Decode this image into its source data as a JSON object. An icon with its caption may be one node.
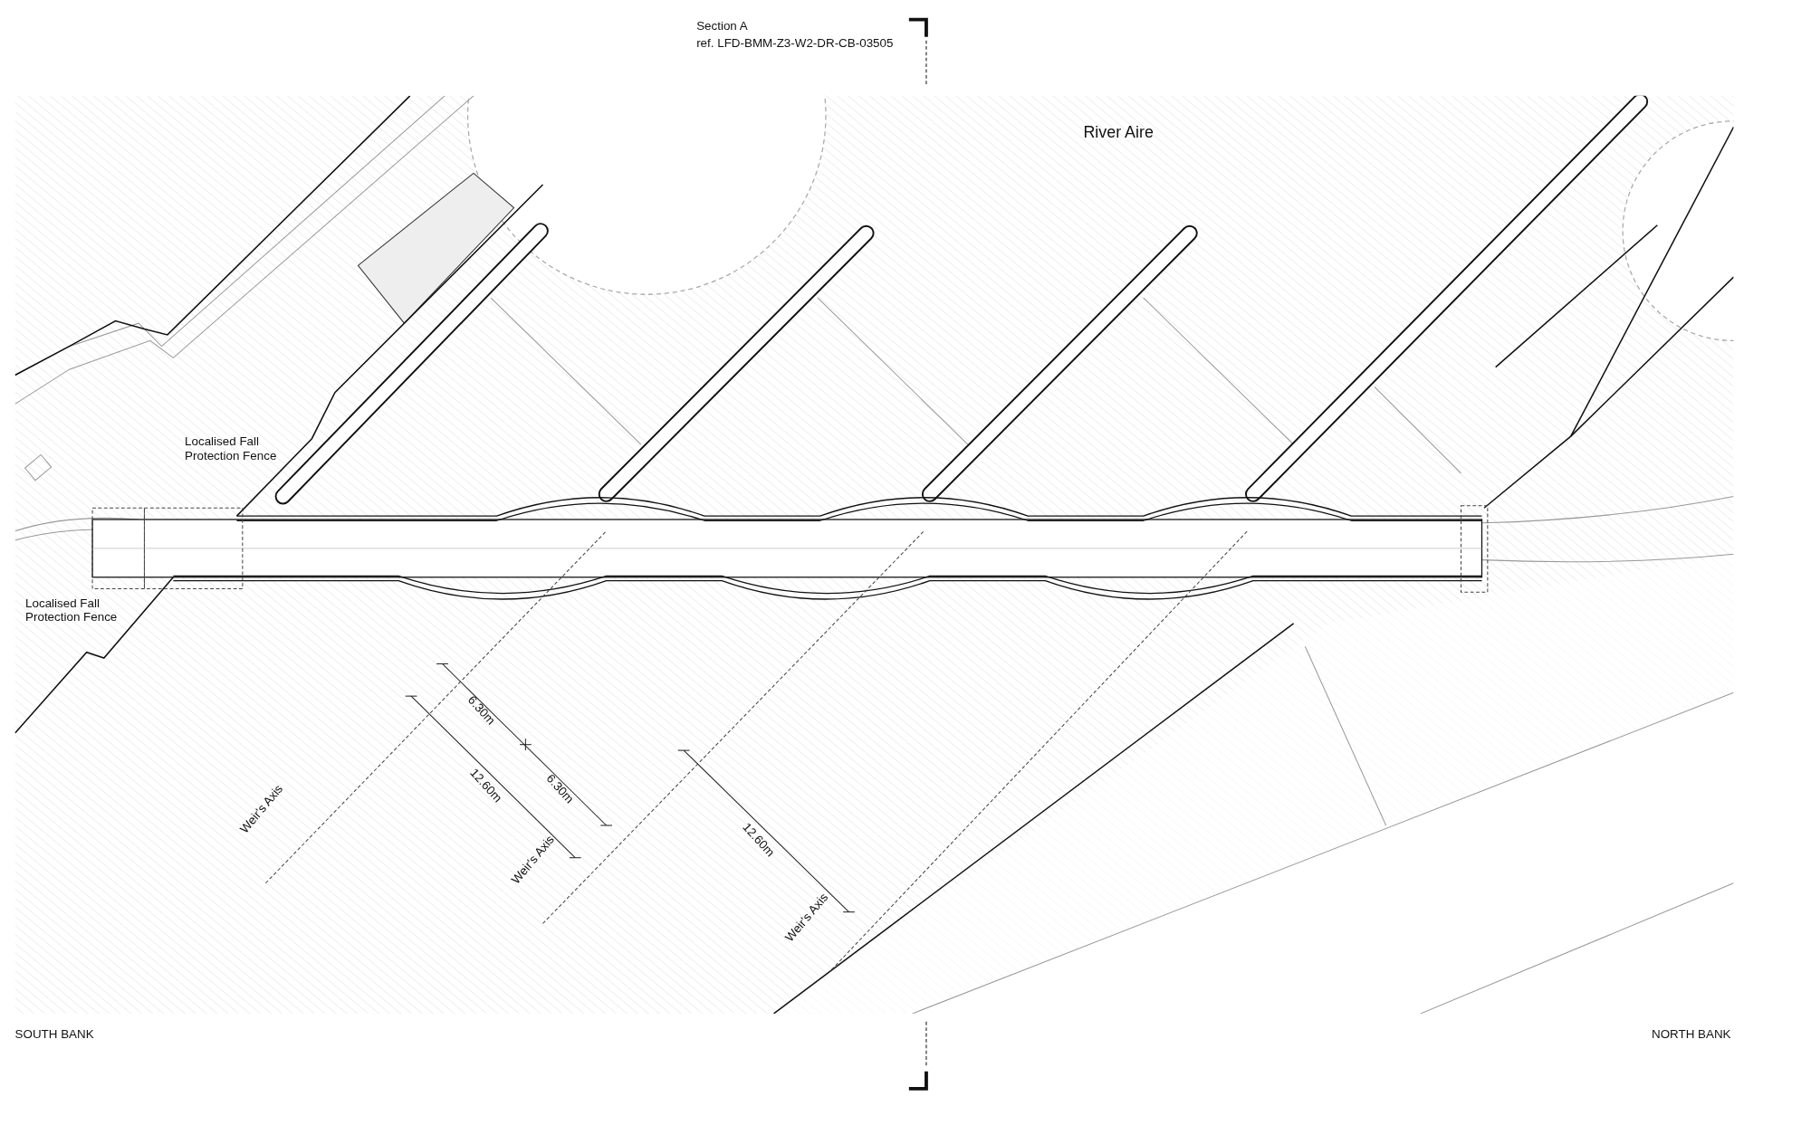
{
  "diagram": {
    "labels": [
      "Section A",
      "ref. LFD-BMM-Z3-W2-DR-CB-03505",
      "River Aire",
      "Localised  Fall Protection Fence",
      "Localised  Fall Protection Fence",
      "6.30m",
      "12.60m",
      "6.30m",
      "12.60m",
      "Weir's Axis",
      "Weir's Axis",
      "Weir's Axis",
      "SOUTH BANK",
      "NORTH BANK"
    ]
  }
}
